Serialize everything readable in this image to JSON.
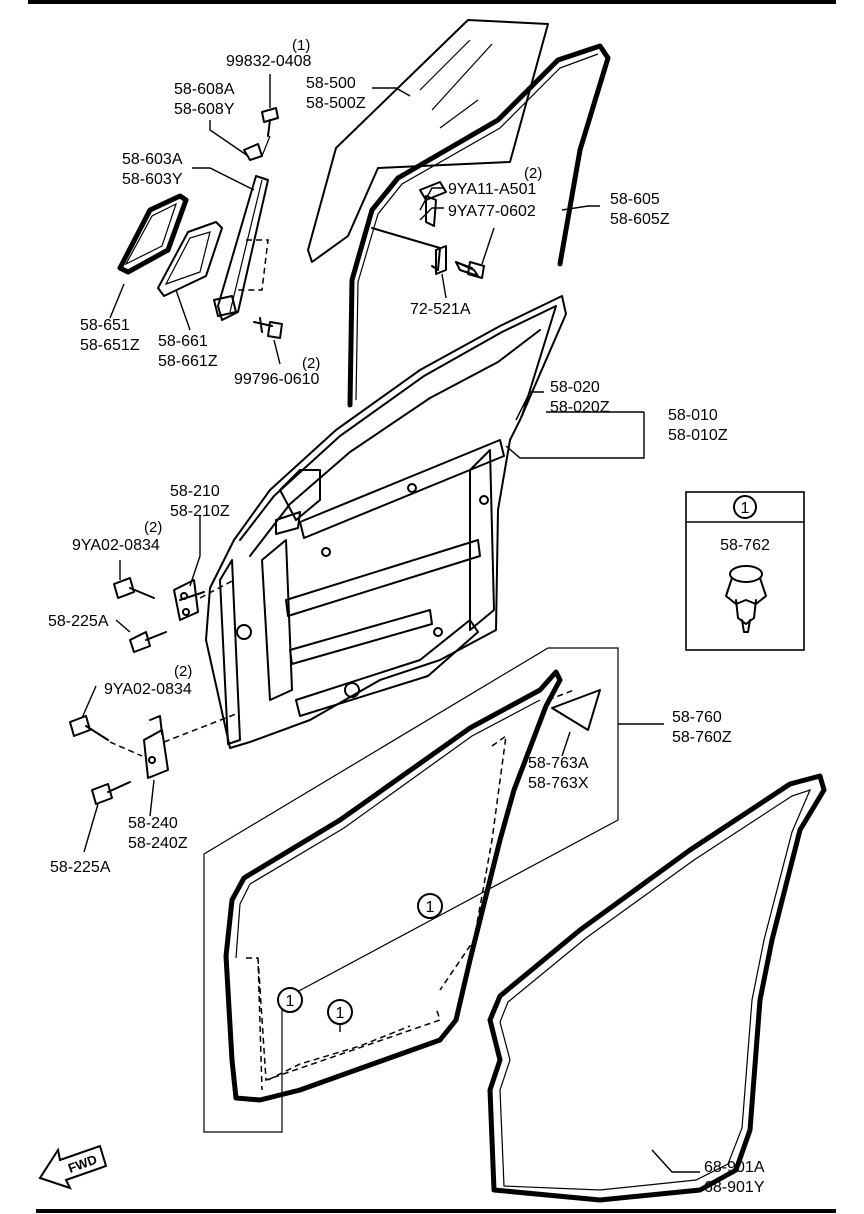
{
  "callouts": {
    "p99832": {
      "qty": "(1)",
      "num": "99832-0408"
    },
    "p58608": {
      "a": "58-608A",
      "b": "58-608Y"
    },
    "p58500": {
      "a": "58-500",
      "b": "58-500Z"
    },
    "p58603": {
      "a": "58-603A",
      "b": "58-603Y"
    },
    "p9ya11": {
      "qty": "(2)",
      "num": "9YA11-A501"
    },
    "p9ya77": {
      "num": "9YA77-0602"
    },
    "p58605": {
      "a": "58-605",
      "b": "58-605Z"
    },
    "p72521": {
      "num": "72-521A"
    },
    "p58651": {
      "a": "58-651",
      "b": "58-651Z"
    },
    "p58661": {
      "a": "58-661",
      "b": "58-661Z"
    },
    "p99796": {
      "qty": "(2)",
      "num": "99796-0610"
    },
    "p58020": {
      "a": "58-020",
      "b": "58-020Z"
    },
    "p58010": {
      "a": "58-010",
      "b": "58-010Z"
    },
    "p58210": {
      "a": "58-210",
      "b": "58-210Z"
    },
    "p9ya02a": {
      "qty": "(2)",
      "num": "9YA02-0834"
    },
    "p58225a": {
      "num": "58-225A"
    },
    "p9ya02b": {
      "qty": "(2)",
      "num": "9YA02-0834"
    },
    "p58760": {
      "a": "58-760",
      "b": "58-760Z"
    },
    "p58763": {
      "a": "58-763A",
      "b": "58-763X"
    },
    "p58240": {
      "a": "58-240",
      "b": "58-240Z"
    },
    "p58225b": {
      "num": "58-225A"
    },
    "p68901": {
      "a": "68-901A",
      "b": "68-901Y"
    }
  },
  "inset": {
    "marker": "1",
    "part": "58-762"
  },
  "markers": [
    "1",
    "1",
    "1"
  ],
  "fwd_arrow": {
    "text": "FWD"
  },
  "icons": [
    "clip-icon",
    "fwd-arrow-icon"
  ]
}
